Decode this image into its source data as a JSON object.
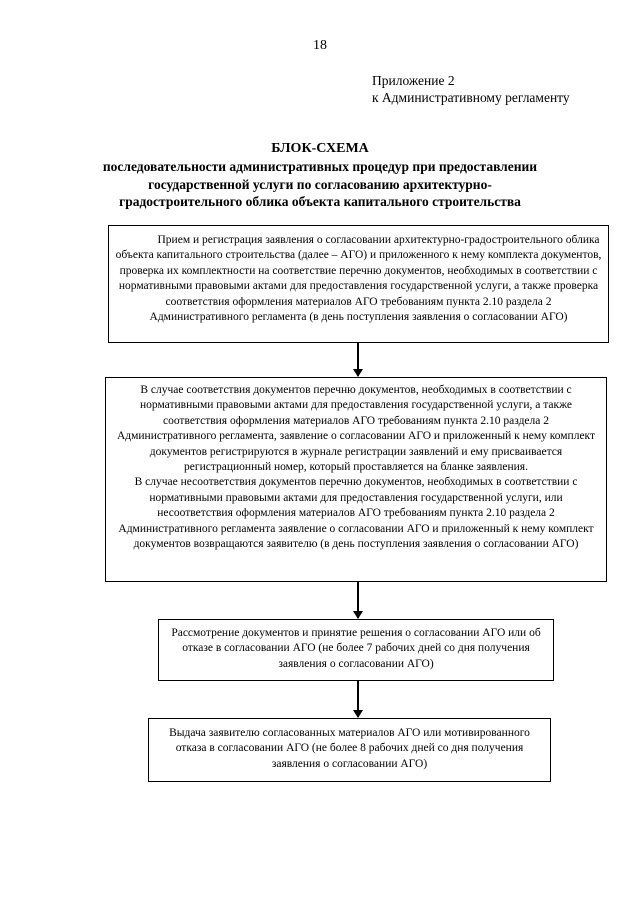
{
  "page_number": "18",
  "appendix": {
    "line1": "Приложение 2",
    "line2": "к Административному регламенту"
  },
  "title": {
    "main": "БЛОК-СХЕМА",
    "line1": "последовательности административных процедур при предоставлении",
    "line2": "государственной услуги по согласованию архитектурно-",
    "line3": "градостроительного облика объекта капитального строительства"
  },
  "steps": [
    {
      "text": "Прием и регистрация заявления о согласовании архитектурно-градостроительного облика объекта капитального строительства (далее – АГО) и приложенного к нему комплекта документов, проверка их комплектности на соответствие перечню документов, необходимых в соответствии с нормативными правовыми актами для предоставления государственной услуги, а также проверка соответствия оформления материалов АГО требованиям пункта 2.10 раздела 2 Административного регламента (в день поступления заявления о согласовании АГО)"
    },
    {
      "text_a": "В случае соответствия документов перечню документов, необходимых в соответствии с нормативными правовыми актами для предоставления государственной услуги, а также соответствия оформления материалов АГО требованиям пункта 2.10 раздела 2 Административного регламента, заявление о согласовании АГО и приложенный к нему комплект документов регистрируются в журнале регистрации заявлений и ему присваивается регистрационный номер, который проставляется на бланке заявления.",
      "text_b": "В случае несоответствия документов перечню документов, необходимых в соответствии с нормативными правовыми актами для предоставления государственной услуги, или несоответствия оформления материалов АГО требованиям пункта 2.10 раздела 2 Административного регламента заявление о согласовании АГО и приложенный к нему комплект документов возвращаются заявителю (в день поступления заявления о согласовании АГО)"
    },
    {
      "text": "Рассмотрение документов и принятие решения о согласовании АГО или об отказе в согласовании АГО (не более 7 рабочих дней со дня получения заявления о согласовании АГО)"
    },
    {
      "text": "Выдача заявителю согласованных материалов АГО или мотивированного отказа в согласовании АГО (не более 8 рабочих дней со дня получения заявления о согласовании АГО)"
    }
  ]
}
